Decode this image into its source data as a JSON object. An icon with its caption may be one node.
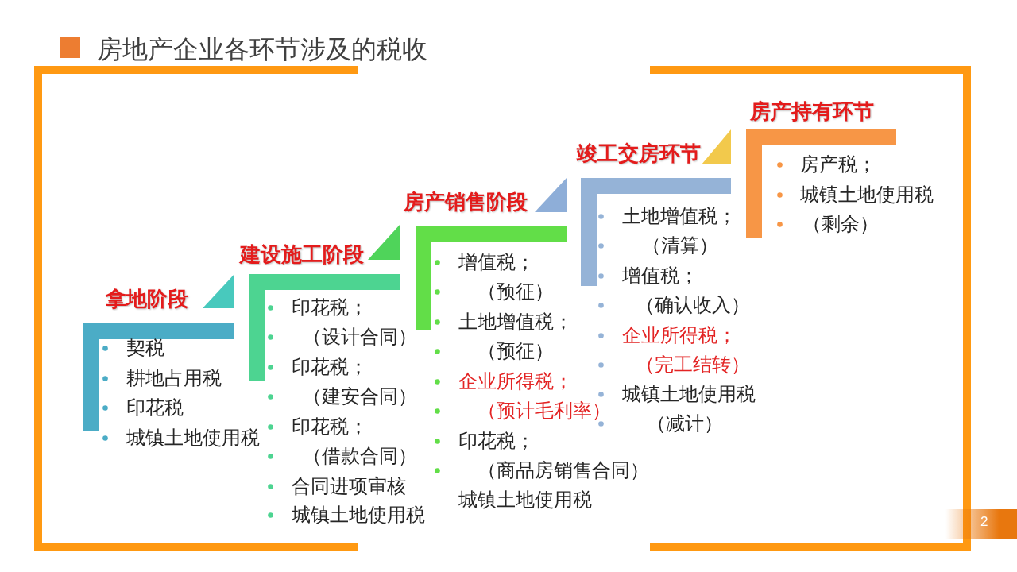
{
  "diagram": {
    "title": "房地产企业各环节涉及的税收",
    "nodes": [
      {
        "text": [
          "拿地阶段",
          "契税",
          "耕地占用税",
          "印花税",
          "城镇土地使用税"
        ]
      },
      {
        "text": [
          "建设施工阶段",
          "印花税；",
          "（设计合同）",
          "印花税；",
          "（建安合同）",
          "印花税；",
          "（借款合同）",
          "合同进项审核",
          "城镇土地使用税"
        ]
      },
      {
        "text": [
          "房产销售阶段",
          "增值税；",
          "（预征）",
          "土地增值税；",
          "（预征）",
          "企业所得税；",
          "（预计毛利率）",
          "印花税；",
          "（商品房销售合同）",
          "城镇土地使用税"
        ]
      },
      {
        "text": [
          "竣工交房环节",
          "土地增值税；",
          "（清算）",
          "增值税；",
          "（确认收入）",
          "企业所得税；",
          "（完工结转）",
          "城镇土地使用税",
          "（减计）"
        ]
      },
      {
        "text": [
          "房产持有环节",
          "房产税；",
          "城镇土地使用税",
          "（剩余）"
        ]
      }
    ],
    "labels": [
      "2"
    ]
  }
}
